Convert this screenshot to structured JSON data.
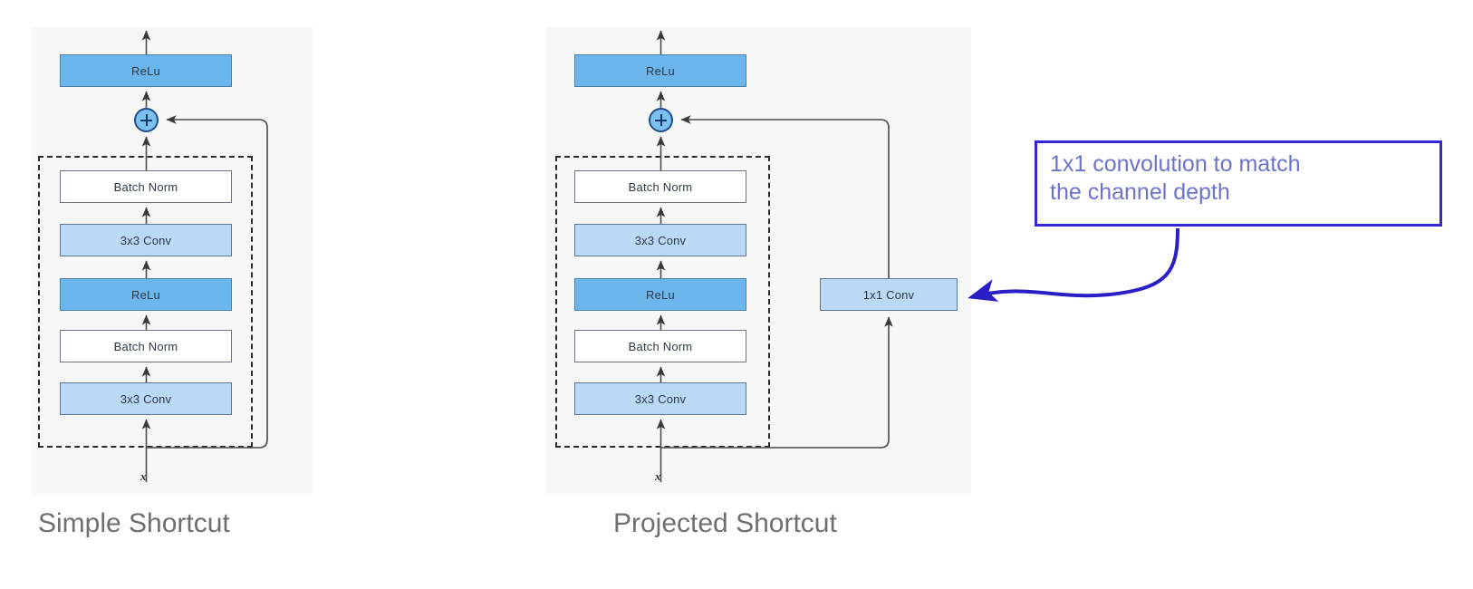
{
  "figure": {
    "title_left": "Simple Shortcut",
    "title_right": "Projected Shortcut"
  },
  "left_diagram": {
    "caption": "Simple Shortcut",
    "input_label": "x",
    "sum_symbol": "+",
    "blocks": [
      {
        "label": "ReLu",
        "kind": "relu"
      },
      {
        "label": "Batch Norm",
        "kind": "bn"
      },
      {
        "label": "3x3 Conv",
        "kind": "conv"
      },
      {
        "label": "ReLu",
        "kind": "relu"
      },
      {
        "label": "Batch Norm",
        "kind": "bn"
      },
      {
        "label": "3x3 Conv",
        "kind": "conv"
      }
    ]
  },
  "right_diagram": {
    "caption": "Projected Shortcut",
    "input_label": "x",
    "sum_symbol": "+",
    "blocks": [
      {
        "label": "ReLu",
        "kind": "relu"
      },
      {
        "label": "Batch Norm",
        "kind": "bn"
      },
      {
        "label": "3x3 Conv",
        "kind": "conv"
      },
      {
        "label": "ReLu",
        "kind": "relu"
      },
      {
        "label": "Batch Norm",
        "kind": "bn"
      },
      {
        "label": "3x3 Conv",
        "kind": "conv"
      }
    ],
    "shortcut_block": {
      "label": "1x1 Conv",
      "kind": "conv"
    }
  },
  "annotation": {
    "line1": "1x1 convolution to match",
    "line2": "the channel depth"
  },
  "colors": {
    "panel_bg": "#f7f7f7",
    "relu_fill": "#6cb6ee",
    "conv_fill": "#b9d9f7",
    "bn_fill": "#ffffff",
    "block_border": "#5b7799",
    "plus_fill": "#7cc0f0",
    "plus_border": "#1f4e8c",
    "annotation_border": "#3726d6",
    "annotation_text": "#6c74c9",
    "caption_text": "#6f6f6f",
    "connector": "#5a5a5a"
  }
}
